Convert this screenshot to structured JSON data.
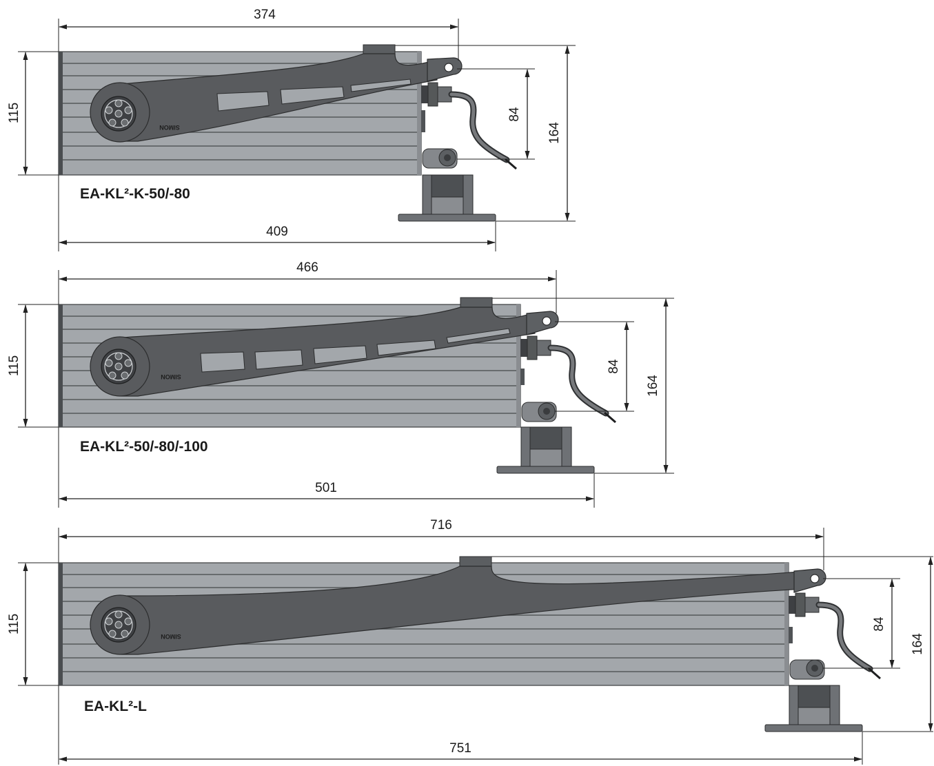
{
  "brand": "SIMON",
  "colors": {
    "housing": "#a3a7ab",
    "housing_dark": "#55585b",
    "arm": "#595b5e",
    "bracket": "#6e7175",
    "dimension_line": "#222222"
  },
  "views": [
    {
      "model": "EA-KL²-K-50/-80",
      "dimensions": {
        "arm_length": "374",
        "height": "115",
        "pivot_offset": "84",
        "total_height": "164",
        "total_length": "409"
      }
    },
    {
      "model": "EA-KL²-50/-80/-100",
      "dimensions": {
        "arm_length": "466",
        "height": "115",
        "pivot_offset": "84",
        "total_height": "164",
        "total_length": "501"
      }
    },
    {
      "model": "EA-KL²-L",
      "dimensions": {
        "arm_length": "716",
        "height": "115",
        "pivot_offset": "84",
        "total_height": "164",
        "total_length": "751"
      }
    }
  ]
}
